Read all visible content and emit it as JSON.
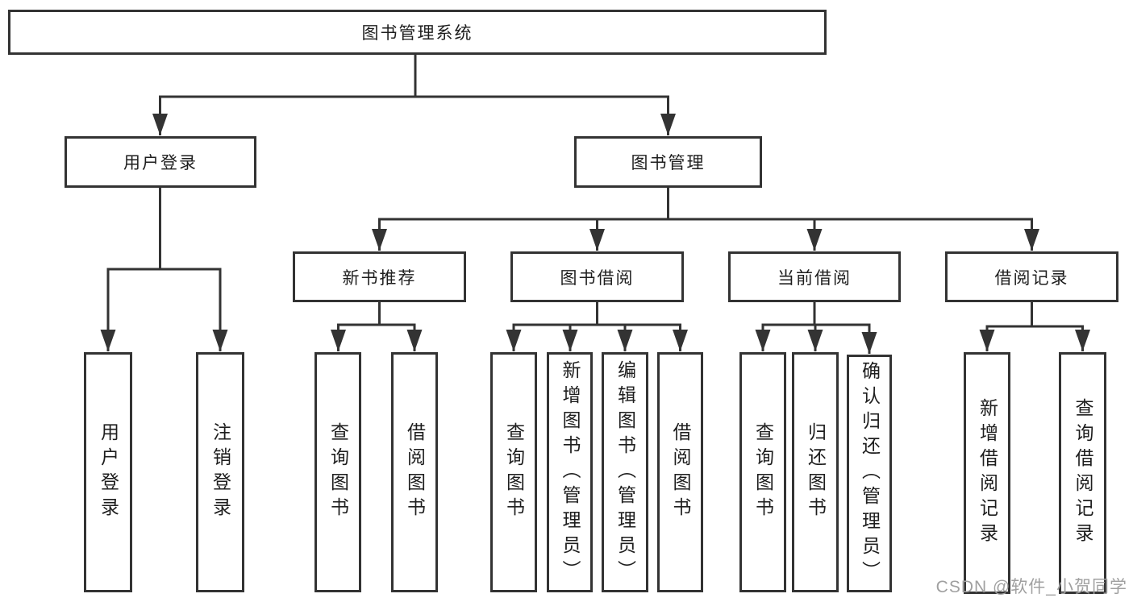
{
  "diagram": {
    "root": "图书管理系统",
    "branches": [
      {
        "label": "用户登录",
        "children": [
          "用户登录",
          "注销登录"
        ]
      },
      {
        "label": "图书管理",
        "children": [
          {
            "label": "新书推荐",
            "children": [
              "查询图书",
              "借阅图书"
            ]
          },
          {
            "label": "图书借阅",
            "children": [
              "查询图书",
              "新增图书（管理员）",
              "编辑图书（管理员）",
              "借阅图书"
            ]
          },
          {
            "label": "当前借阅",
            "children": [
              "查询图书",
              "归还图书",
              "确认归还（管理员）"
            ]
          },
          {
            "label": "借阅记录",
            "children": [
              "新增借阅记录",
              "查询借阅记录"
            ]
          }
        ]
      }
    ]
  },
  "watermark": {
    "text": "CSDN @软件_小贺同学"
  },
  "colors": {
    "line": "#333333",
    "box_border": "#333333",
    "text": "#1e1e1e",
    "watermark": "#a0a0a0",
    "background": "#ffffff"
  }
}
